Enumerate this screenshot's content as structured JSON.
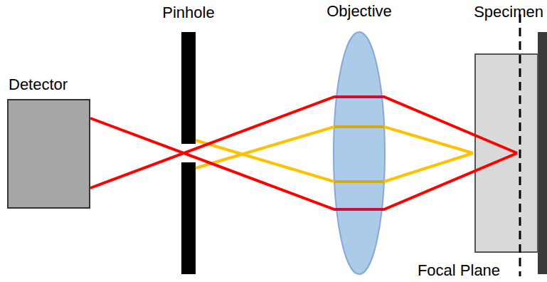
{
  "diagram": {
    "nodes": [
      {
        "text": [
          "Detector"
        ]
      },
      {
        "text": [
          "Specimen"
        ]
      }
    ],
    "labels": [
      "Pinhole",
      "Objective",
      "Focal Plane"
    ]
  }
}
